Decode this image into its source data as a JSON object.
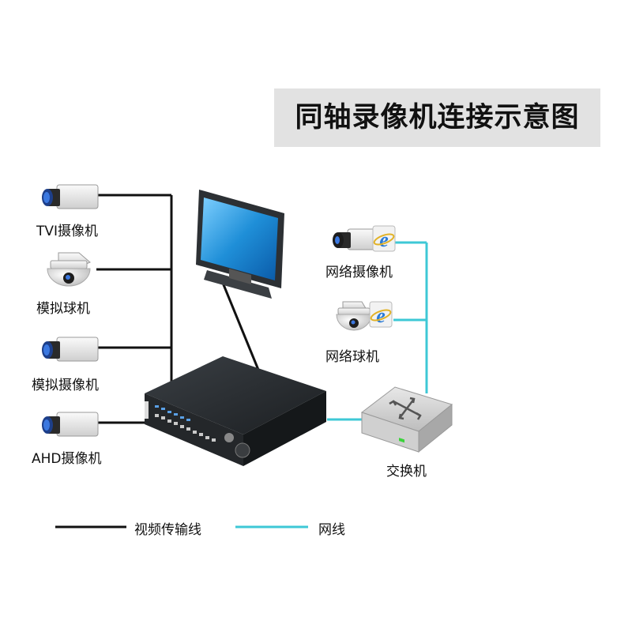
{
  "title": "同轴录像机连接示意图",
  "devices": {
    "tvi_camera": "TVI摄像机",
    "analog_dome": "模拟球机",
    "analog_camera": "模拟摄像机",
    "ahd_camera": "AHD摄像机",
    "network_camera": "网络摄像机",
    "network_dome": "网络球机",
    "switch": "交换机"
  },
  "legend": {
    "video_line": "视频传输线",
    "network_line": "网线"
  },
  "colors": {
    "video_line": "#111111",
    "network_line": "#3ec8d6",
    "monitor_screen": "#1f8fd8",
    "dvr_body": "#2b2f33"
  },
  "icons": {
    "box_camera": "box-camera-icon",
    "dome_camera": "dome-camera-icon",
    "ie_logo": "ie-logo-icon",
    "switch_arrows": "four-arrows-icon"
  }
}
